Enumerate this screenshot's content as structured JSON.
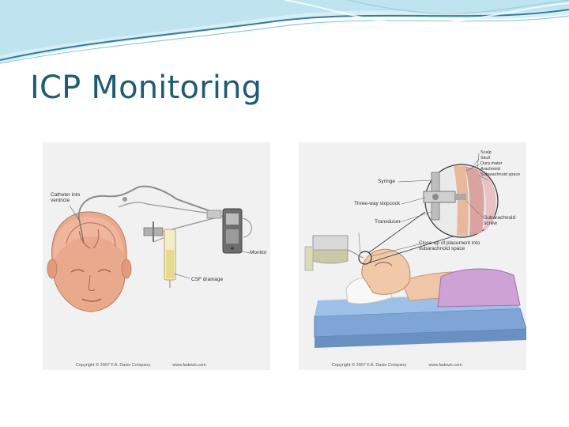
{
  "slide": {
    "title": "ICP Monitoring"
  },
  "left_figure": {
    "labels": {
      "catheter": "Catheter into ventricle",
      "monitor": "Monitor",
      "drainage": "CSF drainage"
    },
    "copyright": "Copyright © 2007 F.A. Davis Company",
    "website": "www.fadavis.com"
  },
  "right_figure": {
    "labels": {
      "scalp": "Scalp",
      "skull": "Skull",
      "dura": "Dura mater",
      "arachnoid": "Arachnoid",
      "subarachnoid": "Subarachnoid space",
      "syringe": "Syringe",
      "stopcock": "Three-way stopcock",
      "transducer": "Transducer",
      "screw": "Subarachnoid screw",
      "placement": "Close-up of placement into subarachnoid space"
    },
    "copyright": "Copyright © 2007 F.A. Davis Company",
    "website": "www.fadavis.com"
  },
  "colors": {
    "title": "#1f5b73",
    "wave_dark": "#2f7f9a",
    "wave_light": "#bfe3ef"
  }
}
